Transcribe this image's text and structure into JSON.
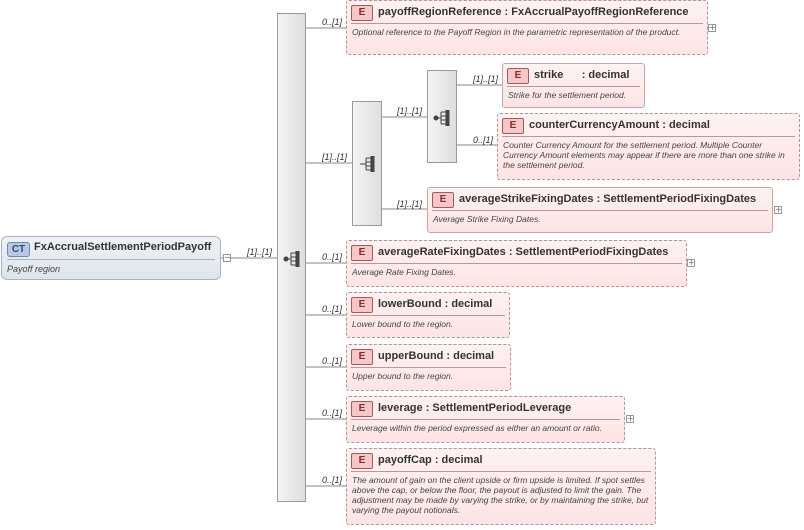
{
  "root": {
    "badge": "CT",
    "name": "FxAccrualSettlementPeriodPayoff",
    "doc": "Payoff region",
    "collapse_symbol": "−"
  },
  "multiplicities": {
    "root_sequence": "[1]..[1]",
    "payoffRegionReference": "0..[1]",
    "inner_sequence": "[1]..[1]",
    "choice_group": "[1]..[1]",
    "strike": "[1]..[1]",
    "counterCurrencyAmount": "0..[1]",
    "averageStrikeFixingDates": "[1]..[1]",
    "averageRateFixingDates": "0..[1]",
    "lowerBound": "0..[1]",
    "upperBound": "0..[1]",
    "leverage": "0..[1]",
    "payoffCap": "0..[1]"
  },
  "element_badge": "E",
  "expand_symbol": "+",
  "elements": {
    "payoffRegionReference": {
      "name": "payoffRegionReference : FxAccrualPayoffRegionReference",
      "doc": "Optional reference to the Payoff Region in the parametric representation of the product."
    },
    "strike": {
      "name": "strike      : decimal",
      "doc": "Strike for the settlement period."
    },
    "counterCurrencyAmount": {
      "name": "counterCurrencyAmount : decimal",
      "doc": "Counter Currency Amount for the settlement period. Multiple Counter Currency Amount elements may appear if there are more than one strike in the settlement period."
    },
    "averageStrikeFixingDates": {
      "name": "averageStrikeFixingDates : SettlementPeriodFixingDates",
      "doc": "Average Strike Fixing Dates."
    },
    "averageRateFixingDates": {
      "name": "averageRateFixingDates : SettlementPeriodFixingDates",
      "doc": "Average Rate Fixing Dates."
    },
    "lowerBound": {
      "name": "lowerBound : decimal",
      "doc": "Lower bound to the region."
    },
    "upperBound": {
      "name": "upperBound : decimal",
      "doc": "Upper bound to the region."
    },
    "leverage": {
      "name": "leverage : SettlementPeriodLeverage",
      "doc": "Leverage within the period expressed as either an amount or ratio."
    },
    "payoffCap": {
      "name": "payoffCap : decimal",
      "doc": "The amount of gain on the client upside or firm upside is limited. If spot settles above the cap, or below the floor, the payout is adjusted to limit the gain. The adjustment may be made by varying the strike, or by maintaining the strike, but varying the payout notionals."
    }
  }
}
